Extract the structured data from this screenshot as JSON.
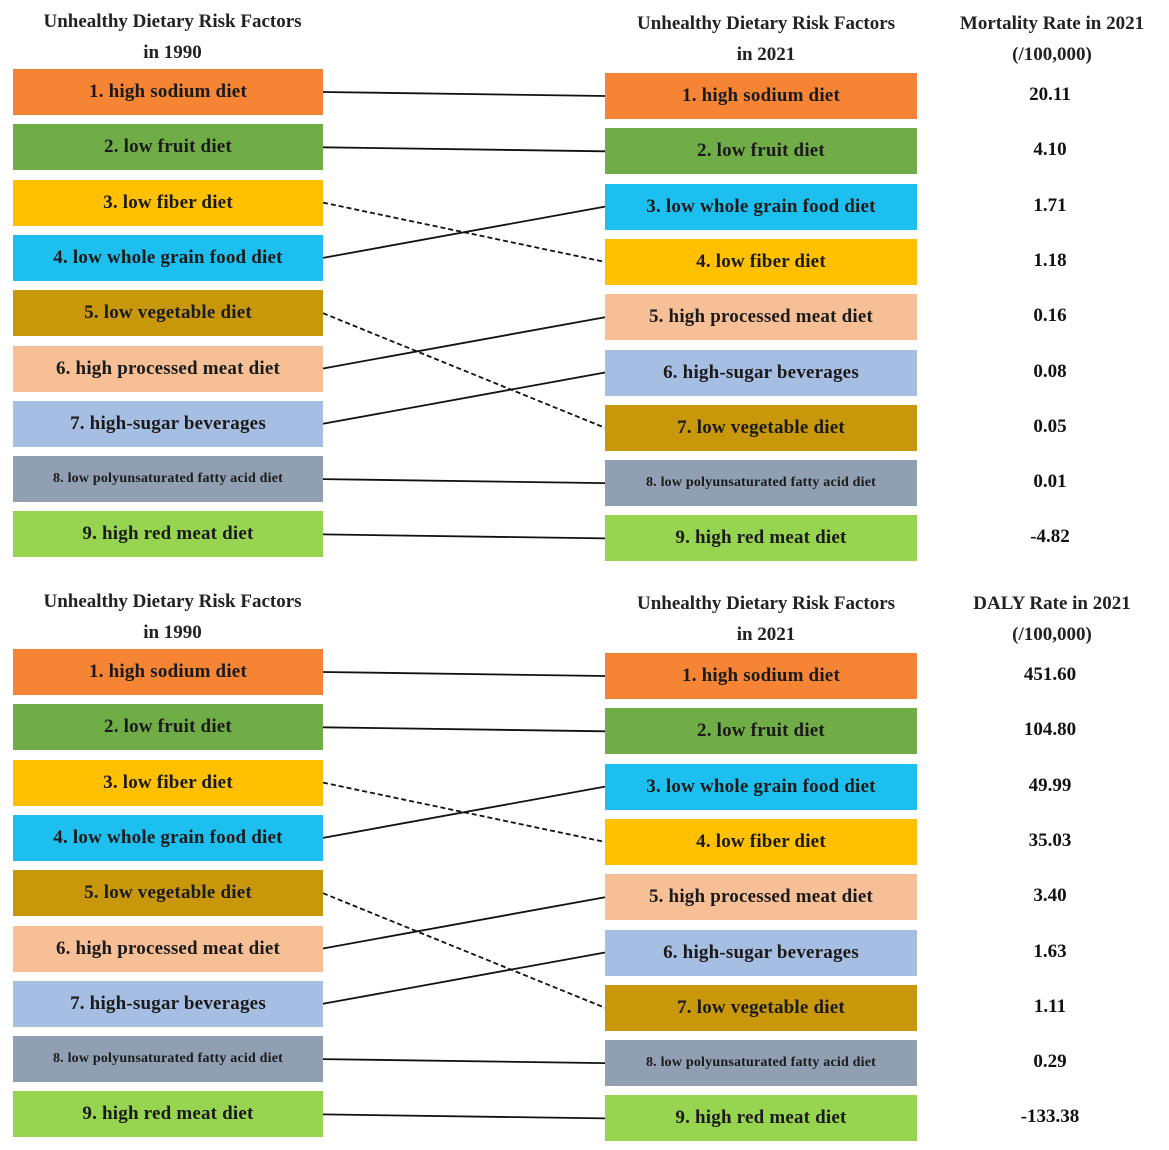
{
  "colors": {
    "high sodium diet": "#F58434",
    "low fruit diet": "#70AD47",
    "low fiber diet": "#FFC000",
    "low whole grain food diet": "#1DBFEF",
    "low vegetable diet": "#C8970A",
    "high processed meat diet": "#F6BF96",
    "high-sugar beverages": "#A7BEE3",
    "low polyunsaturated fatty acid diet": "#909FB1",
    "high red meat diet": "#97D550"
  },
  "panels": [
    {
      "left_header": [
        "Unhealthy Dietary Risk Factors",
        "in 1990"
      ],
      "middle_header": [
        "Unhealthy Dietary Risk Factors",
        "in 2021"
      ],
      "right_header": [
        "Mortality Rate in 2021",
        "(/100,000)"
      ],
      "left_items": [
        {
          "label": "1. high sodium diet",
          "factor": "high sodium diet"
        },
        {
          "label": "2. low fruit diet",
          "factor": "low fruit diet"
        },
        {
          "label": "3. low fiber diet",
          "factor": "low fiber diet"
        },
        {
          "label": "4. low whole grain food diet",
          "factor": "low whole grain food diet"
        },
        {
          "label": "5. low vegetable diet",
          "factor": "low vegetable diet"
        },
        {
          "label": "6. high processed meat diet",
          "factor": "high processed meat diet"
        },
        {
          "label": "7. high-sugar beverages",
          "factor": "high-sugar beverages"
        },
        {
          "label": "8. low polyunsaturated fatty acid diet",
          "factor": "low polyunsaturated fatty acid diet"
        },
        {
          "label": "9. high red meat diet",
          "factor": "high red meat diet"
        }
      ],
      "right_items": [
        {
          "label": "1. high sodium diet",
          "factor": "high sodium diet",
          "value": "20.11"
        },
        {
          "label": "2. low fruit diet",
          "factor": "low fruit diet",
          "value": "4.10"
        },
        {
          "label": "3. low whole grain food diet",
          "factor": "low whole grain food diet",
          "value": "1.71"
        },
        {
          "label": "4. low fiber diet",
          "factor": "low fiber diet",
          "value": "1.18"
        },
        {
          "label": "5. high processed meat diet",
          "factor": "high processed meat diet",
          "value": "0.16"
        },
        {
          "label": "6. high-sugar beverages",
          "factor": "high-sugar beverages",
          "value": "0.08"
        },
        {
          "label": "7. low vegetable diet",
          "factor": "low vegetable diet",
          "value": "0.05"
        },
        {
          "label": "8. low polyunsaturated fatty acid diet",
          "factor": "low polyunsaturated fatty acid diet",
          "value": "0.01"
        },
        {
          "label": "9. high red meat diet",
          "factor": "high red meat diet",
          "value": "-4.82"
        }
      ]
    },
    {
      "left_header": [
        "Unhealthy Dietary Risk Factors",
        "in 1990"
      ],
      "middle_header": [
        "Unhealthy Dietary Risk Factors",
        "in 2021"
      ],
      "right_header": [
        "DALY Rate in 2021",
        "(/100,000)"
      ],
      "left_items": [
        {
          "label": "1. high sodium diet",
          "factor": "high sodium diet"
        },
        {
          "label": "2. low fruit diet",
          "factor": "low fruit diet"
        },
        {
          "label": "3. low fiber diet",
          "factor": "low fiber diet"
        },
        {
          "label": "4. low whole grain food diet",
          "factor": "low whole grain food diet"
        },
        {
          "label": "5. low vegetable diet",
          "factor": "low vegetable diet"
        },
        {
          "label": "6. high processed meat diet",
          "factor": "high processed meat diet"
        },
        {
          "label": "7. high-sugar beverages",
          "factor": "high-sugar beverages"
        },
        {
          "label": "8. low polyunsaturated fatty acid diet",
          "factor": "low polyunsaturated fatty acid diet"
        },
        {
          "label": "9. high red meat diet",
          "factor": "high red meat diet"
        }
      ],
      "right_items": [
        {
          "label": "1. high sodium diet",
          "factor": "high sodium diet",
          "value": "451.60"
        },
        {
          "label": "2. low fruit diet",
          "factor": "low fruit diet",
          "value": "104.80"
        },
        {
          "label": "3. low whole grain food diet",
          "factor": "low whole grain food diet",
          "value": "49.99"
        },
        {
          "label": "4. low fiber diet",
          "factor": "low fiber diet",
          "value": "35.03"
        },
        {
          "label": "5. high processed meat diet",
          "factor": "high processed meat diet",
          "value": "3.40"
        },
        {
          "label": "6. high-sugar beverages",
          "factor": "high-sugar beverages",
          "value": "1.63"
        },
        {
          "label": "7. low vegetable diet",
          "factor": "low vegetable diet",
          "value": "1.11"
        },
        {
          "label": "8. low polyunsaturated fatty acid diet",
          "factor": "low polyunsaturated fatty acid diet",
          "value": "0.29"
        },
        {
          "label": "9. high red meat diet",
          "factor": "high red meat diet",
          "value": "-133.38"
        }
      ]
    }
  ]
}
